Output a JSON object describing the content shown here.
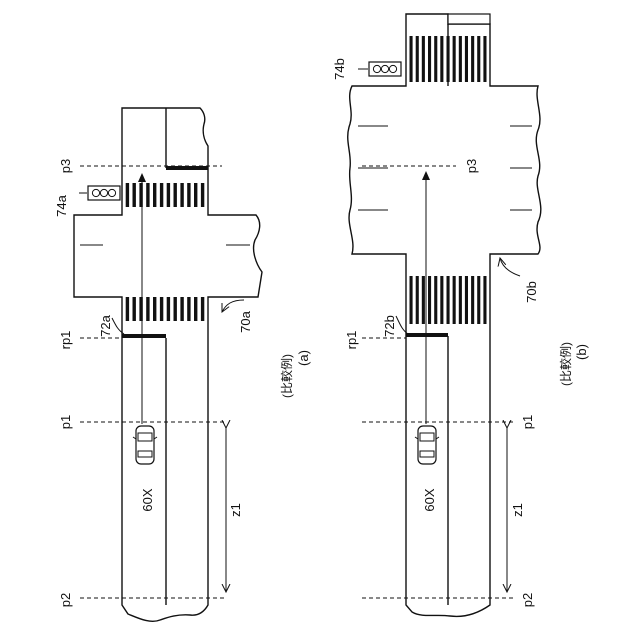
{
  "figure": {
    "subfigures": [
      {
        "id": "a",
        "panel_label": "(a)",
        "caption": "(比較例)",
        "intersection_label": "70a",
        "signal_label": "74a",
        "stop_line_label": "72a",
        "vehicle_label": "60X",
        "zone_label": "z1",
        "position_labels": {
          "p1": "p1",
          "p2": "p2",
          "p3": "p3",
          "rp1": "rp1"
        }
      },
      {
        "id": "b",
        "panel_label": "(b)",
        "caption": "(比較例)",
        "intersection_label": "70b",
        "signal_label": "74b",
        "stop_line_label": "72b",
        "vehicle_label": "60X",
        "zone_label": "z1",
        "position_labels": {
          "p1": "p1",
          "p2": "p2",
          "p3": "p3",
          "rp1": "rp1"
        }
      }
    ]
  }
}
